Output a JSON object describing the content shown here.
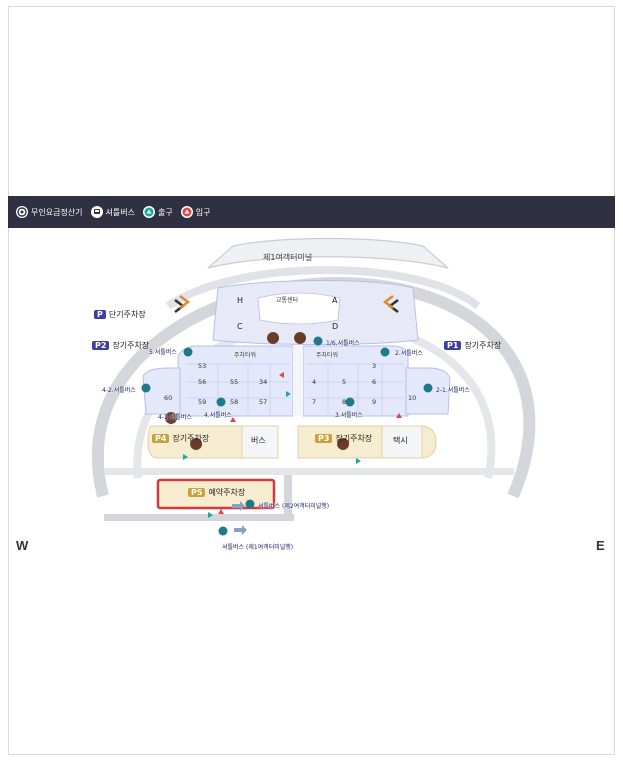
{
  "legend": [
    {
      "icon": "payment-machine-icon",
      "label": "무인요금정산기"
    },
    {
      "icon": "shuttle-bus-icon",
      "label": "셔틀버스"
    },
    {
      "icon": "exit-icon",
      "label": "출구"
    },
    {
      "icon": "entrance-icon",
      "label": "입구"
    }
  ],
  "terminal": {
    "name": "제1여객터미널",
    "traffic_center": "교통센터",
    "zones": [
      "H",
      "A",
      "C",
      "D"
    ]
  },
  "parking": {
    "short": {
      "badge": "P",
      "label": "단기주차장"
    },
    "p1": {
      "badge": "P1",
      "label": "장기주차장"
    },
    "p2": {
      "badge": "P2",
      "label": "장기주차장"
    },
    "p3": {
      "badge": "P3",
      "label": "장기주차장",
      "extra": "택시"
    },
    "p4": {
      "badge": "P4",
      "label": "장기주차장",
      "extra": "버스"
    },
    "p5": {
      "badge": "P5",
      "label": "예약주차장"
    }
  },
  "tower_labels": {
    "left": "주차타워",
    "right": "주차타워"
  },
  "lot_numbers": {
    "left": [
      "53",
      "56",
      "55",
      "34",
      "60",
      "59",
      "58",
      "57"
    ],
    "right": [
      "3",
      "4",
      "5",
      "6",
      "7",
      "8",
      "9",
      "10"
    ]
  },
  "bus_stops": [
    "5.셔틀버스",
    "1/6.셔틀버스",
    "2.셔틀버스",
    "4-2.셔틀버스",
    "2-1.셔틀버스",
    "4-1.셔틀버스",
    "4.셔틀버스",
    "3.셔틀버스",
    "셔틀버스 (제2여객터미널행)",
    "셔틀버스 (제1여객터미널행)"
  ],
  "compass": {
    "west": "W",
    "east": "E"
  },
  "colors": {
    "band": "#2f3042",
    "lot": "#e3e8fb",
    "lot_border": "#b5bfe8",
    "gold_area": "#f6ecd0",
    "badge_blue": "#3c3fa6",
    "badge_gold": "#c9a23b",
    "reserve_border": "#d33a3a",
    "road": "#d4d6db"
  }
}
